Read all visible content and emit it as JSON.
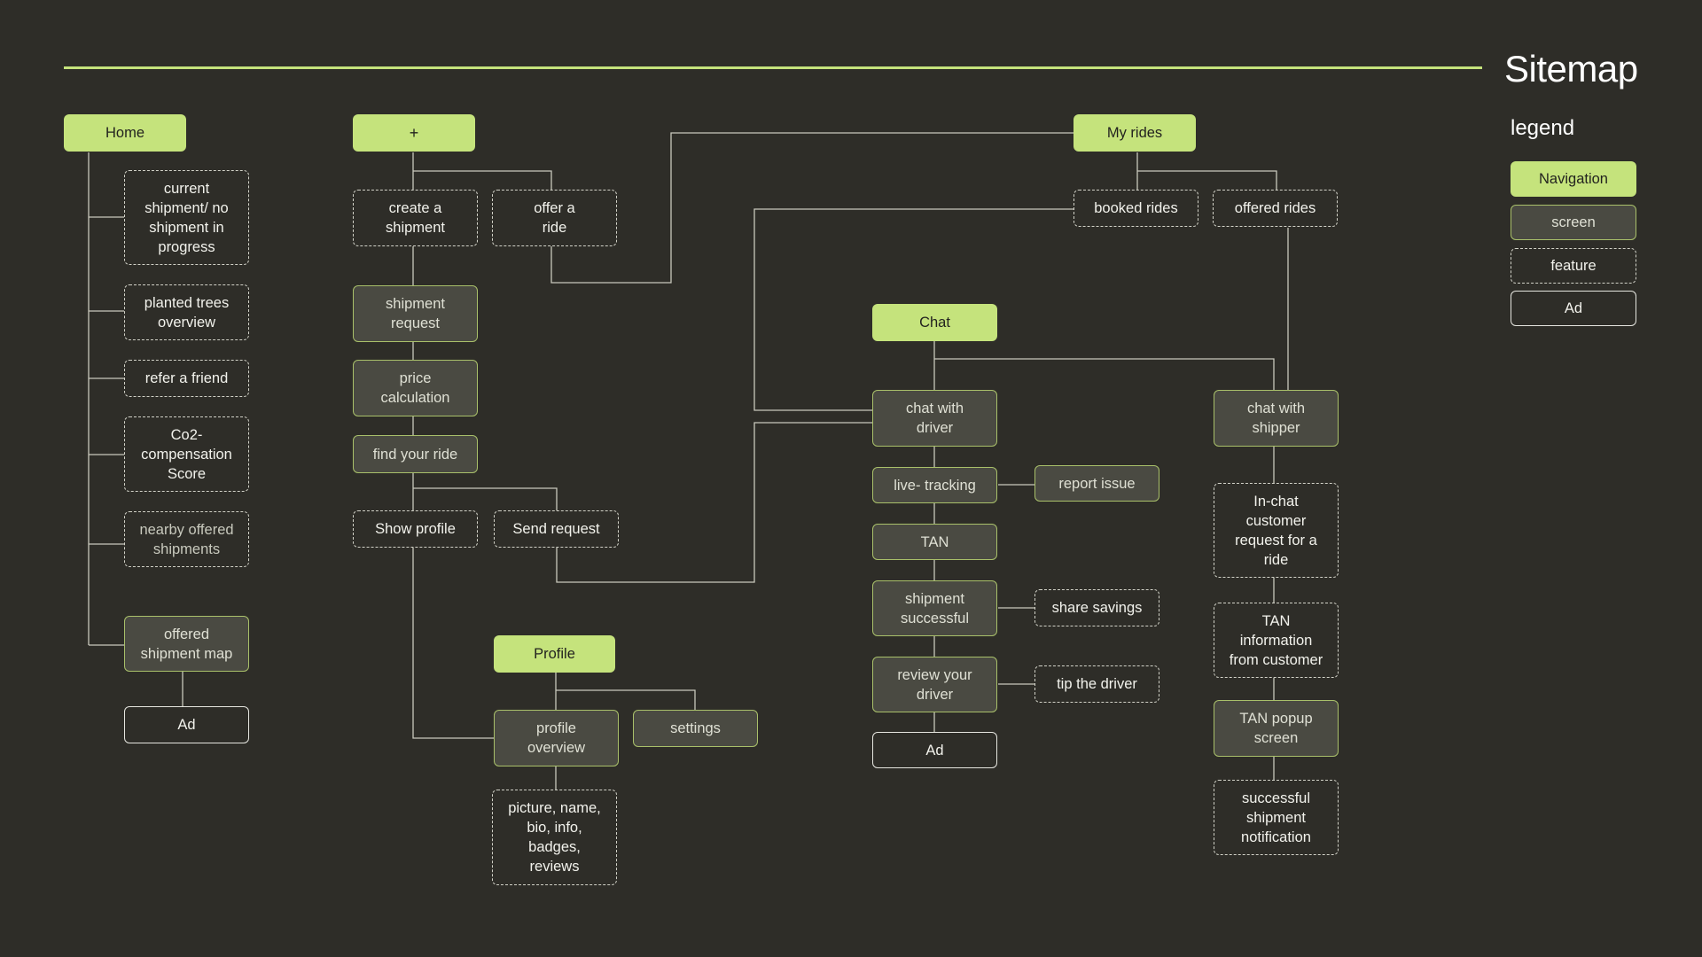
{
  "title": "Sitemap",
  "legend": {
    "heading": "legend",
    "items": [
      {
        "label": "Navigation"
      },
      {
        "label": "screen"
      },
      {
        "label": "feature"
      },
      {
        "label": "Ad"
      }
    ]
  },
  "colors": {
    "background": "#2e2d28",
    "navigation": "#c5e37c",
    "screen_fill": "#4a4a42",
    "screen_border": "#a9c06a",
    "connector": "#c9c9bd"
  },
  "nodes": {
    "home": "Home",
    "current_shipment": "current\nshipment/ no\nshipment in\nprogress",
    "planted_trees": "planted trees\noverview",
    "refer_friend": "refer a friend",
    "co2_score": "Co2-\ncompensation\nScore",
    "nearby_offered": "nearby offered\nshipments",
    "offered_shipment_map": "offered\nshipment map",
    "home_ad": "Ad",
    "plus": "+",
    "create_shipment": "create a\nshipment",
    "offer_ride": "offer a\nride",
    "shipment_request": "shipment\nrequest",
    "price_calculation": "price\ncalculation",
    "find_your_ride": "find your ride",
    "show_profile": "Show profile",
    "send_request": "Send request",
    "profile": "Profile",
    "profile_overview": "profile\noverview",
    "settings": "settings",
    "profile_details": "picture, name,\nbio, info,\nbadges,\nreviews",
    "my_rides": "My rides",
    "booked_rides": "booked rides",
    "offered_rides": "offered rides",
    "chat": "Chat",
    "chat_driver": "chat with\ndriver",
    "live_tracking": "live- tracking",
    "report_issue": "report issue",
    "tan": "TAN",
    "shipment_successful": "shipment\nsuccessful",
    "share_savings": "share savings",
    "review_driver": "review your\ndriver",
    "tip_driver": "tip the driver",
    "chat_ad": "Ad",
    "chat_shipper": "chat with\nshipper",
    "inchat_request": "In-chat\ncustomer\nrequest for a\nride",
    "tan_info": "TAN\ninformation\nfrom customer",
    "tan_popup": "TAN popup\nscreen",
    "successful_notification": "successful\nshipment\nnotification"
  }
}
